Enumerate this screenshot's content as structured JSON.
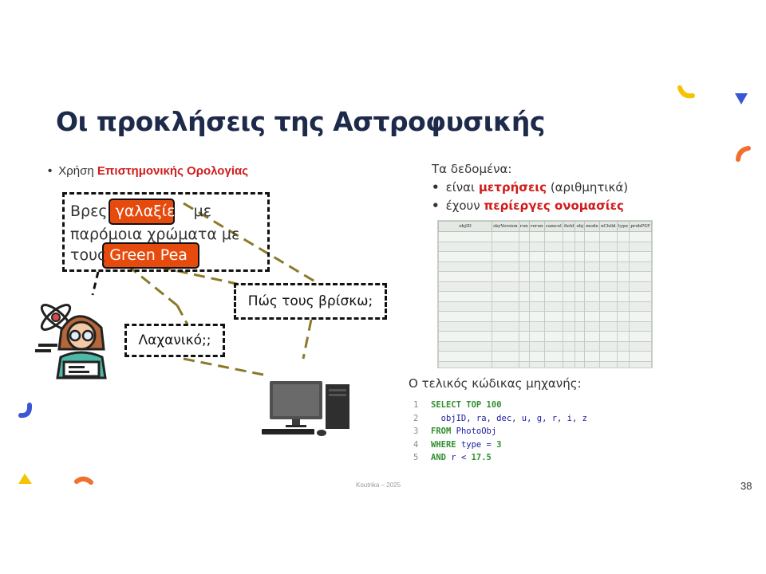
{
  "slide": {
    "title": "Οι προκλήσεις της Αστροφυσικής",
    "left": {
      "bullet_prefix": "Χρήση ",
      "bullet_highlight": "Επιστημονικής Ορολογίας",
      "question": {
        "word1": "Βρες",
        "highlight1": "γαλαξίες",
        "word2": "με",
        "line2": "παρόμοια χρώματα με",
        "word3": "τους",
        "highlight2": "Green Pea"
      },
      "callout_vegetable": "Λαχανικό;;",
      "callout_how": "Πώς τους βρίσκω;"
    },
    "right": {
      "data_heading": "Τα δεδομένα:",
      "bullet1_prefix": "είναι ",
      "bullet1_highlight": "μετρήσεις",
      "bullet1_suffix": " (αριθμητικά)",
      "bullet2_prefix": "έχουν ",
      "bullet2_highlight": "περίεργες ονομασίες",
      "table_headers": [
        "objID",
        "skyVersion",
        "run",
        "rerun",
        "camcol",
        "field",
        "obj",
        "mode",
        "nChild",
        "type",
        "probPSF"
      ],
      "code_heading": "Ο τελικός κώδικας μηχανής:",
      "code": {
        "l1_num": "1",
        "l1_kw": "SELECT TOP",
        "l1_val": "100",
        "l2_num": "2",
        "l2_text": "  objID, ra, dec, u, g, r, i, z",
        "l3_num": "3",
        "l3_kw": "FROM",
        "l3_text": "PhotoObj",
        "l4_num": "4",
        "l4_kw": "WHERE",
        "l4_text": "type =",
        "l4_val": "3",
        "l5_num": "5",
        "l5_kw": "AND",
        "l5_text": "r <",
        "l5_val": "17.5"
      }
    },
    "footer": "Koutrika – 2025",
    "page_number": "38"
  },
  "colors": {
    "title": "#1e2a4a",
    "highlight_red": "#d11c1c",
    "highlight_box": "#e64a0c",
    "accent_yellow": "#f5c400",
    "accent_blue": "#3a56d4",
    "accent_orange": "#f07030"
  },
  "icons": [
    "scientist-icon",
    "computer-icon"
  ]
}
